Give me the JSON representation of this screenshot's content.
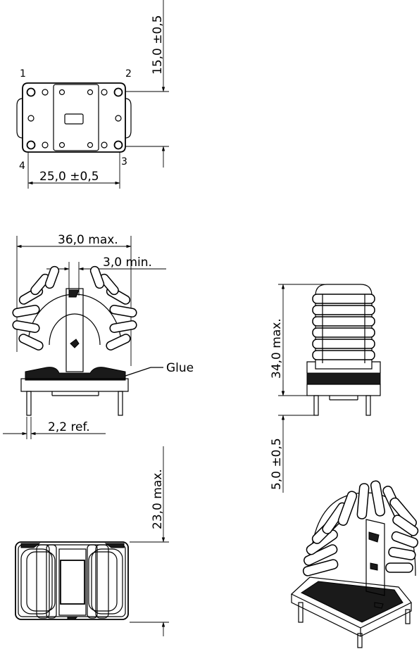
{
  "top_view": {
    "pins": [
      "1",
      "2",
      "3",
      "4"
    ],
    "width_dim": "25,0 ±0,5",
    "depth_dim": "15,0 ±0,5"
  },
  "front_view": {
    "width_dim": "36,0  max.",
    "gap_dim": "3,0  min.",
    "glue_label": "Glue",
    "pin_dim": "2,2  ref."
  },
  "side_view": {
    "height_dim": "34,0  max.",
    "pin_length_dim": "5,0 ±0,5"
  },
  "bottom_view": {
    "height_dim": "23,0  max."
  }
}
